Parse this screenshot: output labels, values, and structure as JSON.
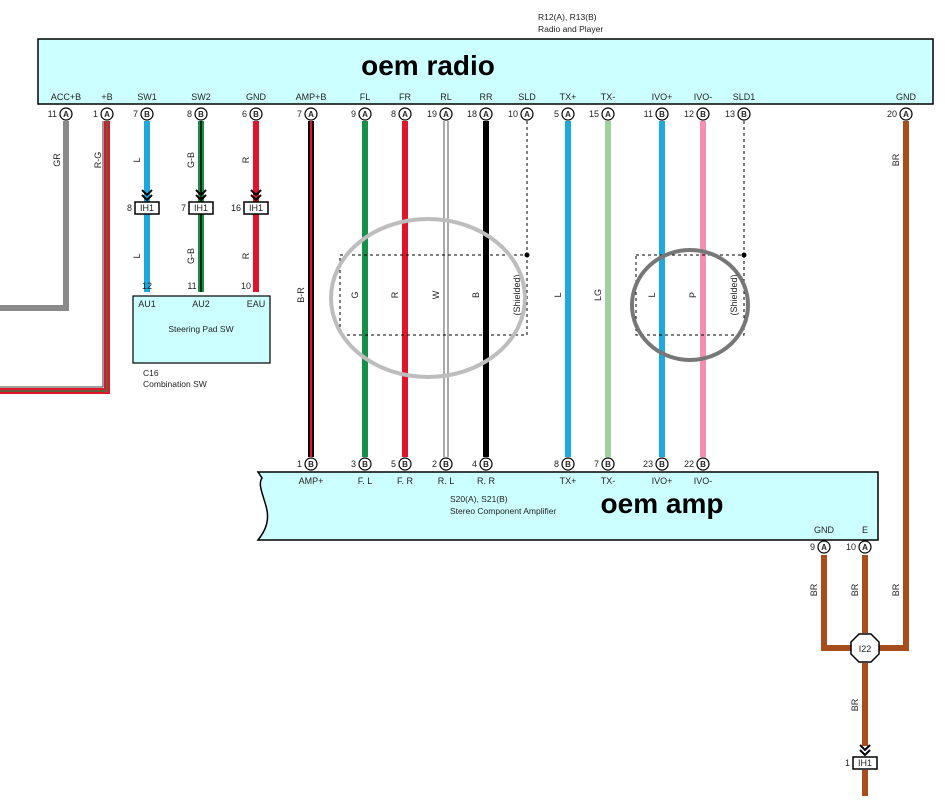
{
  "radio": {
    "ref": "R12(A), R13(B)",
    "name": "Radio and Player",
    "overlay": "oem radio",
    "fill": "#ccffff",
    "pins": [
      {
        "label": "ACC+B",
        "num": "11",
        "conn": "A"
      },
      {
        "label": "+B",
        "num": "1",
        "conn": "A"
      },
      {
        "label": "SW1",
        "num": "7",
        "conn": "B"
      },
      {
        "label": "SW2",
        "num": "8",
        "conn": "B"
      },
      {
        "label": "GND",
        "num": "6",
        "conn": "B"
      },
      {
        "label": "AMP+B",
        "num": "7",
        "conn": "A"
      },
      {
        "label": "FL",
        "num": "9",
        "conn": "A"
      },
      {
        "label": "FR",
        "num": "8",
        "conn": "A"
      },
      {
        "label": "RL",
        "num": "19",
        "conn": "A"
      },
      {
        "label": "RR",
        "num": "18",
        "conn": "A"
      },
      {
        "label": "SLD",
        "num": "10",
        "conn": "A"
      },
      {
        "label": "TX+",
        "num": "5",
        "conn": "A"
      },
      {
        "label": "TX-",
        "num": "15",
        "conn": "A"
      },
      {
        "label": "IVO+",
        "num": "11",
        "conn": "B"
      },
      {
        "label": "IVO-",
        "num": "12",
        "conn": "B"
      },
      {
        "label": "SLD1",
        "num": "13",
        "conn": "B"
      },
      {
        "label": "GND",
        "num": "20",
        "conn": "A"
      }
    ]
  },
  "amp": {
    "ref": "S20(A), S21(B)",
    "name": "Stereo Component Amplifier",
    "overlay": "oem amp",
    "fill": "#ccffff",
    "pins": [
      {
        "label": "AMP+",
        "num": "1",
        "conn": "B"
      },
      {
        "label": "F. L",
        "num": "3",
        "conn": "B"
      },
      {
        "label": "F. R",
        "num": "5",
        "conn": "B"
      },
      {
        "label": "R. L",
        "num": "2",
        "conn": "B"
      },
      {
        "label": "R. R",
        "num": "4",
        "conn": "B"
      },
      {
        "label": "TX+",
        "num": "8",
        "conn": "B"
      },
      {
        "label": "TX-",
        "num": "7",
        "conn": "B"
      },
      {
        "label": "IVO+",
        "num": "23",
        "conn": "B"
      },
      {
        "label": "IVO-",
        "num": "22",
        "conn": "B"
      },
      {
        "label": "GND",
        "num": "9",
        "conn": "A"
      },
      {
        "label": "E",
        "num": "10",
        "conn": "A"
      }
    ]
  },
  "steering": {
    "name": "Steering Pad SW",
    "ref": "C16",
    "subname": "Combination SW",
    "pins": [
      {
        "label": "AU1",
        "num": "12"
      },
      {
        "label": "AU2",
        "num": "11"
      },
      {
        "label": "EAU",
        "num": "10"
      }
    ]
  },
  "ih1": {
    "label": "IH1",
    "pins": [
      "8",
      "7",
      "16"
    ],
    "bottom_pin": "1"
  },
  "i22": "I22",
  "shielded": "(Shielded)",
  "wire_codes": {
    "acc": "GR",
    "b": "R-G",
    "sw1": "L",
    "sw2": "G-B",
    "gnd": "R",
    "ampb": "B-R",
    "fl": "G",
    "fr": "R",
    "rl": "W",
    "rr": "B",
    "tx_plus": "L",
    "tx_minus": "LG",
    "ivo_plus": "L",
    "ivo_minus": "P",
    "br": "BR"
  },
  "colors": {
    "gray": "#8a8a8a",
    "blue": "#1ea9de",
    "green": "#149048",
    "red": "#e0152b",
    "black": "#000000",
    "light_green": "#9fd0a0",
    "pink": "#f38fb0",
    "brown": "#a84e1c",
    "circle_light": "#bdbdbd",
    "circle_dark": "#777777"
  }
}
